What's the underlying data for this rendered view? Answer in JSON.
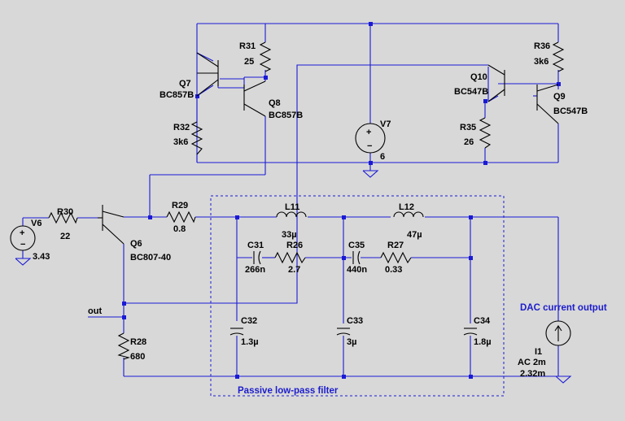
{
  "components": {
    "R31": {
      "ref": "R31",
      "value": "25"
    },
    "R32": {
      "ref": "R32",
      "value": "3k6"
    },
    "R36": {
      "ref": "R36",
      "value": "3k6"
    },
    "R35": {
      "ref": "R35",
      "value": "26"
    },
    "R30": {
      "ref": "R30",
      "value": "22"
    },
    "R29": {
      "ref": "R29",
      "value": "0.8"
    },
    "R26": {
      "ref": "R26",
      "value": "2.7"
    },
    "R27": {
      "ref": "R27",
      "value": "0.33"
    },
    "R28": {
      "ref": "R28",
      "value": "680"
    },
    "Q7": {
      "ref": "Q7",
      "value": "BC857B"
    },
    "Q8": {
      "ref": "Q8",
      "value": "BC857B"
    },
    "Q10": {
      "ref": "Q10",
      "value": "BC547B"
    },
    "Q9": {
      "ref": "Q9",
      "value": "BC547B"
    },
    "Q6": {
      "ref": "Q6",
      "value": "BC807-40"
    },
    "V7": {
      "ref": "V7",
      "value": "6"
    },
    "V6": {
      "ref": "V6",
      "value": "3.43"
    },
    "L11": {
      "ref": "L11",
      "value": "33µ"
    },
    "L12": {
      "ref": "L12",
      "value": "47µ"
    },
    "C31": {
      "ref": "C31",
      "value": "266n"
    },
    "C35": {
      "ref": "C35",
      "value": "440n"
    },
    "C32": {
      "ref": "C32",
      "value": "1.3µ"
    },
    "C33": {
      "ref": "C33",
      "value": "3µ"
    },
    "C34": {
      "ref": "C34",
      "value": "1.8µ"
    },
    "I1": {
      "ref": "I1",
      "ac": "AC 2m",
      "dc": "2.32m"
    }
  },
  "net_labels": {
    "out": "out"
  },
  "annotations": {
    "dac": "DAC current output",
    "filter": "Passive low-pass filter"
  },
  "colors": {
    "wire": "#1a1ad6",
    "component": "#000000",
    "background": "#d8d8d8",
    "annotation": "#1c1ccc"
  }
}
